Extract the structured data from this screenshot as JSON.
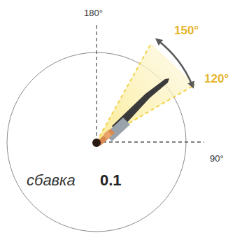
{
  "diagram": {
    "labels": [
      "180°",
      "150°",
      "120°",
      "90°",
      "сбавка",
      "0.1"
    ]
  }
}
